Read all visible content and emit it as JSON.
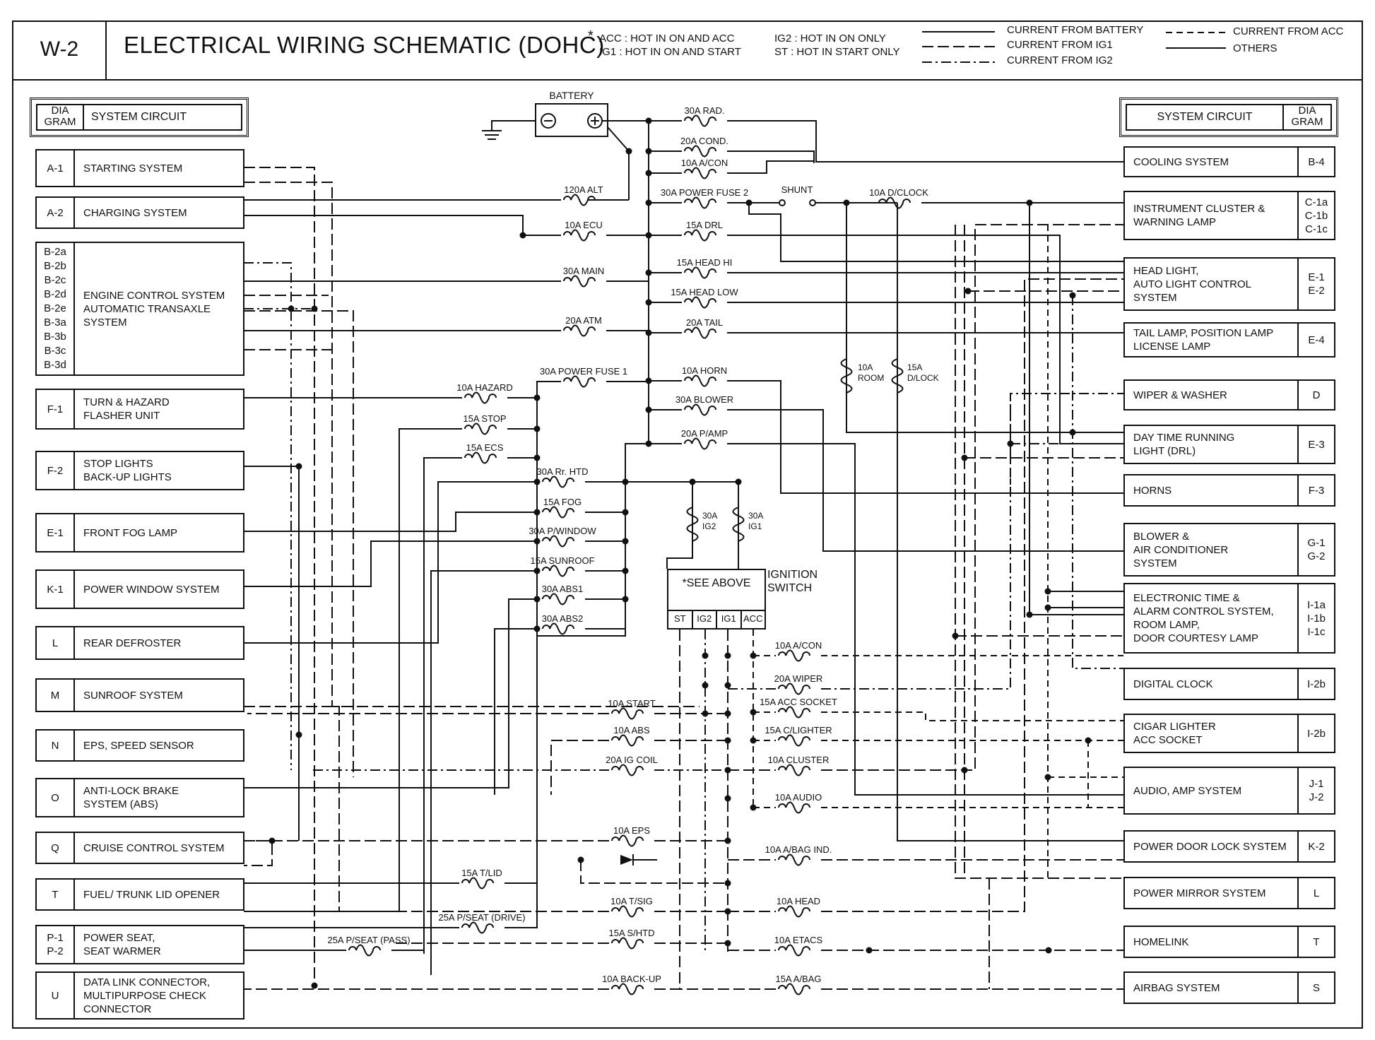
{
  "header": {
    "code": "W-2",
    "title": "ELECTRICAL WIRING SCHEMATIC (DOHC)",
    "star": "*",
    "notes": [
      "ACC : HOT IN ON AND ACC",
      "IG1  : HOT IN ON AND START",
      "IG2 : HOT IN ON ONLY",
      "ST  : HOT IN START ONLY"
    ]
  },
  "legend": [
    {
      "label": "CURRENT FROM BATTERY",
      "style": "solid"
    },
    {
      "label": "CURRENT FROM IG1",
      "style": "long-dash"
    },
    {
      "label": "CURRENT FROM IG2",
      "style": "dash-dot"
    },
    {
      "label": "CURRENT FROM ACC",
      "style": "dashed"
    },
    {
      "label": "OTHERS",
      "style": "solid"
    }
  ],
  "column_header": {
    "diagram": "DIA\nGRAM",
    "system_circuit": "SYSTEM CIRCUIT"
  },
  "left_systems": [
    {
      "code": "A-1",
      "label": "STARTING SYSTEM"
    },
    {
      "code": "A-2",
      "label": "CHARGING SYSTEM"
    },
    {
      "code": "B-2a\nB-2b\nB-2c\nB-2d\nB-2e\nB-3a\nB-3b\nB-3c\nB-3d",
      "label": "ENGINE CONTROL SYSTEM\nAUTOMATIC TRANSAXLE\nSYSTEM"
    },
    {
      "code": "F-1",
      "label": "TURN & HAZARD\nFLASHER UNIT"
    },
    {
      "code": "F-2",
      "label": "STOP LIGHTS\nBACK-UP LIGHTS"
    },
    {
      "code": "E-1",
      "label": "FRONT FOG LAMP"
    },
    {
      "code": "K-1",
      "label": "POWER WINDOW SYSTEM"
    },
    {
      "code": "L",
      "label": "REAR DEFROSTER"
    },
    {
      "code": "M",
      "label": "SUNROOF SYSTEM"
    },
    {
      "code": "N",
      "label": "EPS, SPEED SENSOR"
    },
    {
      "code": "O",
      "label": "ANTI-LOCK BRAKE\nSYSTEM (ABS)"
    },
    {
      "code": "Q",
      "label": "CRUISE CONTROL SYSTEM"
    },
    {
      "code": "T",
      "label": "FUEL/ TRUNK LID OPENER"
    },
    {
      "code": "P-1\nP-2",
      "label": "POWER SEAT,\nSEAT WARMER"
    },
    {
      "code": "U",
      "label": "DATA LINK CONNECTOR,\nMULTIPURPOSE CHECK\nCONNECTOR"
    }
  ],
  "right_systems": [
    {
      "code": "B-4",
      "label": "COOLING SYSTEM"
    },
    {
      "code": "C-1a\nC-1b\nC-1c",
      "label": "INSTRUMENT CLUSTER &\nWARNING LAMP"
    },
    {
      "code": "E-1\nE-2",
      "label": "HEAD LIGHT,\nAUTO LIGHT CONTROL\nSYSTEM"
    },
    {
      "code": "E-4",
      "label": "TAIL LAMP, POSITION LAMP\nLICENSE LAMP"
    },
    {
      "code": "D",
      "label": "WIPER & WASHER"
    },
    {
      "code": "E-3",
      "label": "DAY TIME RUNNING\nLIGHT (DRL)"
    },
    {
      "code": "F-3",
      "label": "HORNS"
    },
    {
      "code": "G-1\nG-2",
      "label": "BLOWER &\nAIR CONDITIONER\nSYSTEM"
    },
    {
      "code": "I-1a\nI-1b\nI-1c",
      "label": "ELECTRONIC TIME &\nALARM CONTROL SYSTEM,\nROOM LAMP,\nDOOR COURTESY LAMP"
    },
    {
      "code": "I-2b",
      "label": "DIGITAL CLOCK"
    },
    {
      "code": "I-2b",
      "label": "CIGAR LIGHTER\nACC SOCKET"
    },
    {
      "code": "J-1\nJ-2",
      "label": "AUDIO, AMP SYSTEM"
    },
    {
      "code": "K-2",
      "label": "POWER DOOR LOCK SYSTEM"
    },
    {
      "code": "L",
      "label": "POWER MIRROR SYSTEM"
    },
    {
      "code": "T",
      "label": "HOMELINK"
    },
    {
      "code": "S",
      "label": "AIRBAG SYSTEM"
    }
  ],
  "battery_label": "BATTERY",
  "shunt_label": "SHUNT",
  "ignition": {
    "title": "IGNITION\nSWITCH",
    "see_above": "*SEE ABOVE",
    "terminals": [
      "ST",
      "IG2",
      "IG1",
      "ACC"
    ]
  },
  "fuses": {
    "f30rad": "30A RAD.",
    "f20cond": "20A COND.",
    "f10acon": "10A A/CON",
    "f120alt": "120A ALT",
    "f30pf2": "30A POWER FUSE 2",
    "f10dclock": "10A D/CLOCK",
    "f10ecu": "10A ECU",
    "f15drl": "15A DRL",
    "f30main": "30A MAIN",
    "f15headhi": "15A HEAD HI",
    "f15headlow": "15A HEAD LOW",
    "f20atm": "20A ATM",
    "f20tail": "20A TAIL",
    "f30pf1": "30A POWER FUSE 1",
    "f10horn": "10A HORN",
    "f10hazard": "10A HAZARD",
    "f30blower": "30A BLOWER",
    "f15stop": "15A STOP",
    "f20pamp": "20A P/AMP",
    "f15ecs": "15A ECS",
    "f30rrhtd": "30A Rr. HTD",
    "f15fog": "15A FOG",
    "f30pwindow": "30A P/WINDOW",
    "f15sunroof": "15A SUNROOF",
    "f30abs1": "30A ABS1",
    "f30abs2": "30A ABS2",
    "f10room": "10A\nROOM",
    "f15dlock": "15A\nD/LOCK",
    "f30ig2": "30A\nIG2",
    "f30ig1": "30A\nIG1",
    "f10acon2": "10A A/CON",
    "f20wiper": "20A WIPER",
    "f15accsocket": "15A ACC SOCKET",
    "f15clighter": "15A C/LIGHTER",
    "f10start": "10A START",
    "f10abs": "10A ABS",
    "f20igcoil": "20A IG COIL",
    "f10cluster": "10A CLUSTER",
    "f10audio": "10A AUDIO",
    "f10eps": "10A EPS",
    "f10abagind": "10A A/BAG IND.",
    "f15tlid": "15A T/LID",
    "f10tsig": "10A T/SIG",
    "f10head": "10A HEAD",
    "f25pseatdrive": "25A P/SEAT (DRIVE)",
    "f25pseatpass": "25A P/SEAT (PASS)",
    "f15shtd": "15A S/HTD",
    "f10etacs": "10A ETACS",
    "f10backup": "10A BACK-UP",
    "f15abag": "15A A/BAG"
  }
}
